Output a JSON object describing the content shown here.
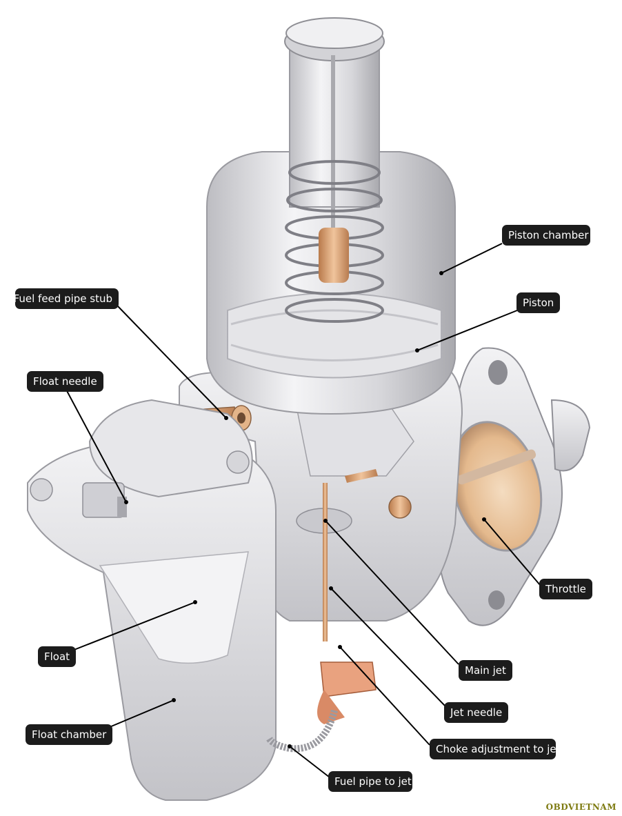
{
  "labels": {
    "piston_chamber": "Piston chamber",
    "piston": "Piston",
    "fuel_feed_pipe_stub": "Fuel feed pipe stub",
    "float_needle": "Float needle",
    "throttle": "Throttle",
    "float": "Float",
    "main_jet": "Main jet",
    "jet_needle": "Jet needle",
    "float_chamber": "Float chamber",
    "choke_adjustment": "Choke adjustment to jet",
    "fuel_pipe_to_jet": "Fuel pipe to jet"
  },
  "watermark": "OBDVIETNAM",
  "colors": {
    "label_bg": "#1c1c1c",
    "label_text": "#ffffff",
    "metal": "#d9d9dc",
    "brass": "#d9a373",
    "watermark": "#7d7a10"
  }
}
